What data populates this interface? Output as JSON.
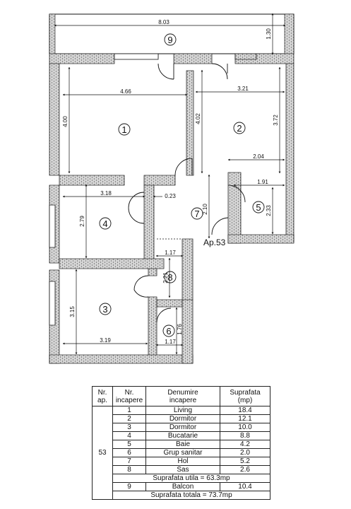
{
  "dimensions": {
    "balcony_width": "8.03",
    "balcony_depth": "1.30",
    "living_width": "4.66",
    "living_height": "4.00",
    "bedroom2_width": "3.21",
    "bedroom2_height": "3.72",
    "hall_upper": "4.02",
    "bedroom2_lower": "2.04",
    "bath_width": "1.91",
    "bath_height": "2.33",
    "hall_height": "2.10",
    "kitchen_width": "3.18",
    "kitchen_offset": "0.23",
    "kitchen_height": "2.79",
    "sas_width": "1.17",
    "sas_height": "2.21",
    "bedroom3_height": "3.15",
    "bedroom3_width": "3.19",
    "wc_height": "1.76",
    "wc_width": "1.17"
  },
  "room_numbers": [
    "1",
    "2",
    "3",
    "4",
    "5",
    "6",
    "7",
    "8",
    "9"
  ],
  "apartment_label": "Ap.53",
  "table": {
    "headers": {
      "nr_ap": "Nr.\nap.",
      "nr_incapere": "Nr.\nincapere",
      "denumire": "Denumire\nincapere",
      "suprafata": "Suprafata\n(mp)"
    },
    "apartment": "53",
    "rows": [
      {
        "nr": "1",
        "name": "Living",
        "area": "18.4"
      },
      {
        "nr": "2",
        "name": "Dormitor",
        "area": "12.1"
      },
      {
        "nr": "3",
        "name": "Dormitor",
        "area": "10.0"
      },
      {
        "nr": "4",
        "name": "Bucatarie",
        "area": "8.8"
      },
      {
        "nr": "5",
        "name": "Baie",
        "area": "4.2"
      },
      {
        "nr": "6",
        "name": "Grup sanitar",
        "area": "2.0"
      },
      {
        "nr": "7",
        "name": "Hol",
        "area": "5.2"
      },
      {
        "nr": "8",
        "name": "Sas",
        "area": "2.6"
      }
    ],
    "useful_total": "Suprafata utila = 63.3mp",
    "balcony_row": {
      "nr": "9",
      "name": "Balcon",
      "area": "10.4"
    },
    "grand_total": "Suprafata totala = 73.7mp"
  }
}
